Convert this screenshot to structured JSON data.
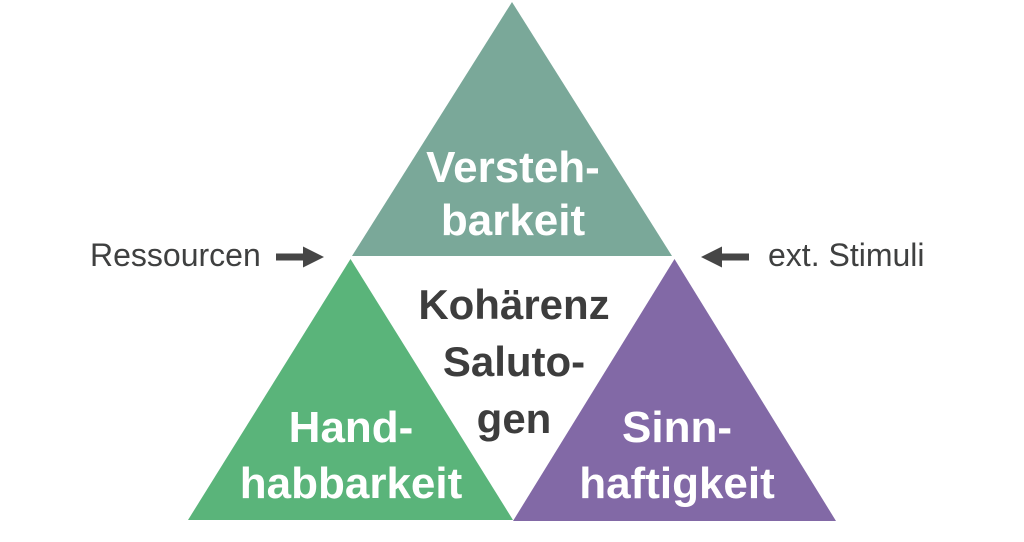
{
  "diagram": {
    "colors": {
      "background": "#FFFFFF",
      "top_triangle": "#7AA899",
      "left_triangle": "#5AB47A",
      "right_triangle": "#8269A6",
      "triangle_text": "#FFFFFF",
      "center_text": "#3D3D3D",
      "annotation_text": "#3F4040",
      "arrow": "#464646"
    },
    "top_triangle": {
      "lines": {
        "0": "Versteh-",
        "1": "barkeit"
      }
    },
    "left_triangle": {
      "lines": {
        "0": "Hand-",
        "1": "habbarkeit"
      }
    },
    "right_triangle": {
      "lines": {
        "0": "Sinn-",
        "1": "haftigkeit"
      }
    },
    "center": {
      "lines": {
        "0": "Kohärenz",
        "1": "Saluto-",
        "2": "gen"
      }
    },
    "annotations": {
      "left": {
        "label": "Ressourcen",
        "arrow_icon": "right-arrow-icon"
      },
      "right": {
        "label": "ext. Stimuli",
        "arrow_icon": "left-arrow-icon"
      }
    }
  }
}
